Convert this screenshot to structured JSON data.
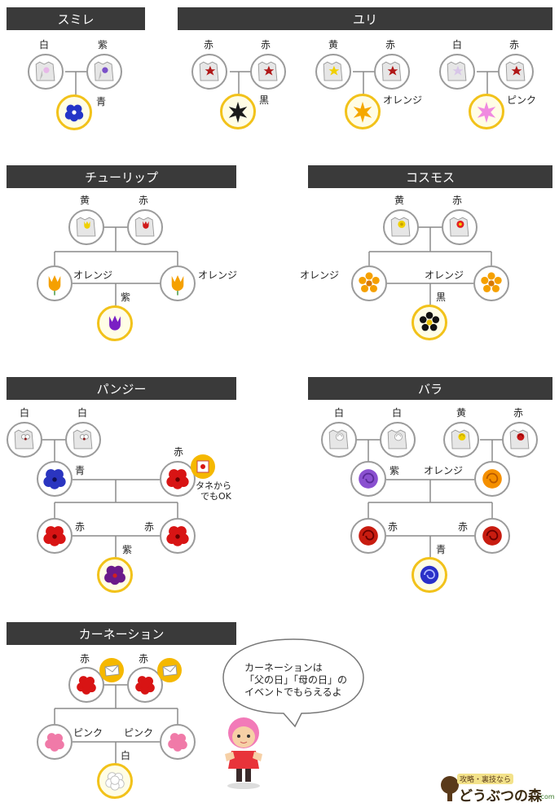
{
  "sections": {
    "sumire": {
      "title": "スミレ",
      "labels": [
        "白",
        "紫",
        "青"
      ]
    },
    "yuri": {
      "title": "ユリ",
      "labels": [
        "赤",
        "赤",
        "黒",
        "黄",
        "赤",
        "オレンジ",
        "白",
        "赤",
        "ピンク"
      ]
    },
    "tulip": {
      "title": "チューリップ",
      "labels": [
        "黄",
        "赤",
        "オレンジ",
        "オレンジ",
        "紫"
      ]
    },
    "cosmos": {
      "title": "コスモス",
      "labels": [
        "黄",
        "赤",
        "オレンジ",
        "オレンジ",
        "黒"
      ]
    },
    "pansy": {
      "title": "パンジー",
      "labels": [
        "白",
        "白",
        "青",
        "赤",
        "赤",
        "赤",
        "紫"
      ],
      "note": [
        "タネから",
        "でもOK"
      ]
    },
    "rose": {
      "title": "バラ",
      "labels": [
        "白",
        "白",
        "黄",
        "赤",
        "紫",
        "オレンジ",
        "赤",
        "赤",
        "青"
      ]
    },
    "carnation": {
      "title": "カーネーション",
      "labels": [
        "赤",
        "赤",
        "ピンク",
        "ピンク",
        "白"
      ]
    }
  },
  "speech_bubble": {
    "lines": [
      "カーネーションは",
      "「父の日」「母の日」の",
      "イベントでもらえるよ"
    ]
  },
  "logo": {
    "text": [
      "攻略・裏技なら",
      "どうぶつの森",
      ".com"
    ]
  },
  "colors": {
    "header_bg": "#3a3a3a",
    "child_ring": "#f2c21a",
    "line": "#8a8a8a"
  }
}
